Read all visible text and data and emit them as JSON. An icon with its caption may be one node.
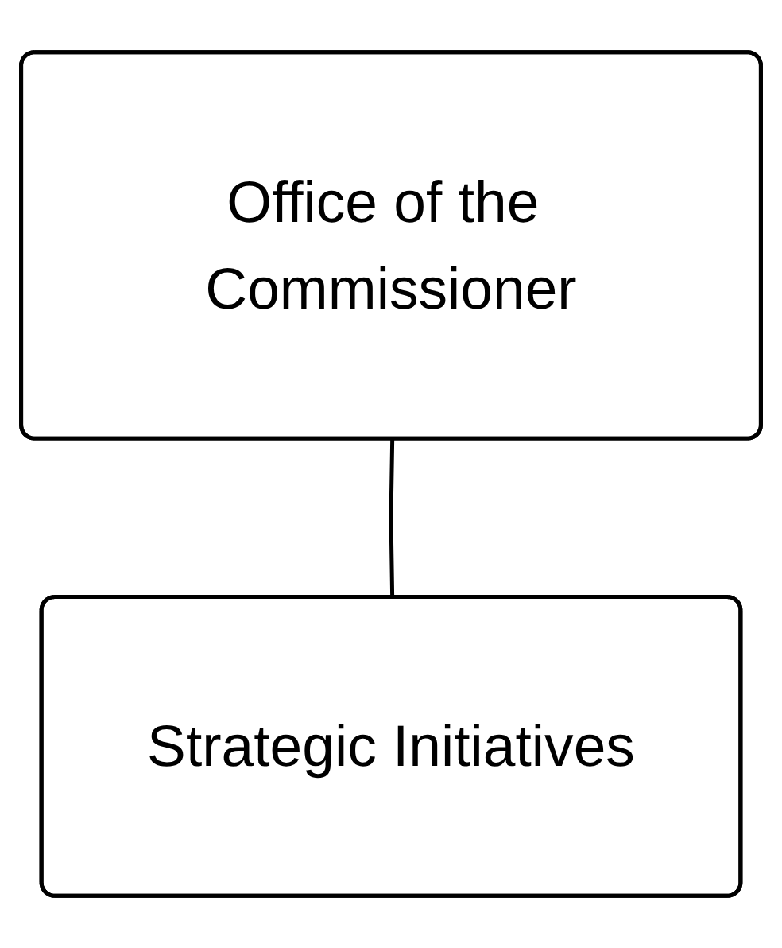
{
  "diagram": {
    "nodes": [
      {
        "text": [
          "Office of the Commissioner"
        ]
      },
      {
        "text": [
          "Strategic Initiatives"
        ]
      }
    ],
    "edges": [
      {
        "from": 0,
        "to": 1,
        "arrow": "none"
      }
    ]
  }
}
